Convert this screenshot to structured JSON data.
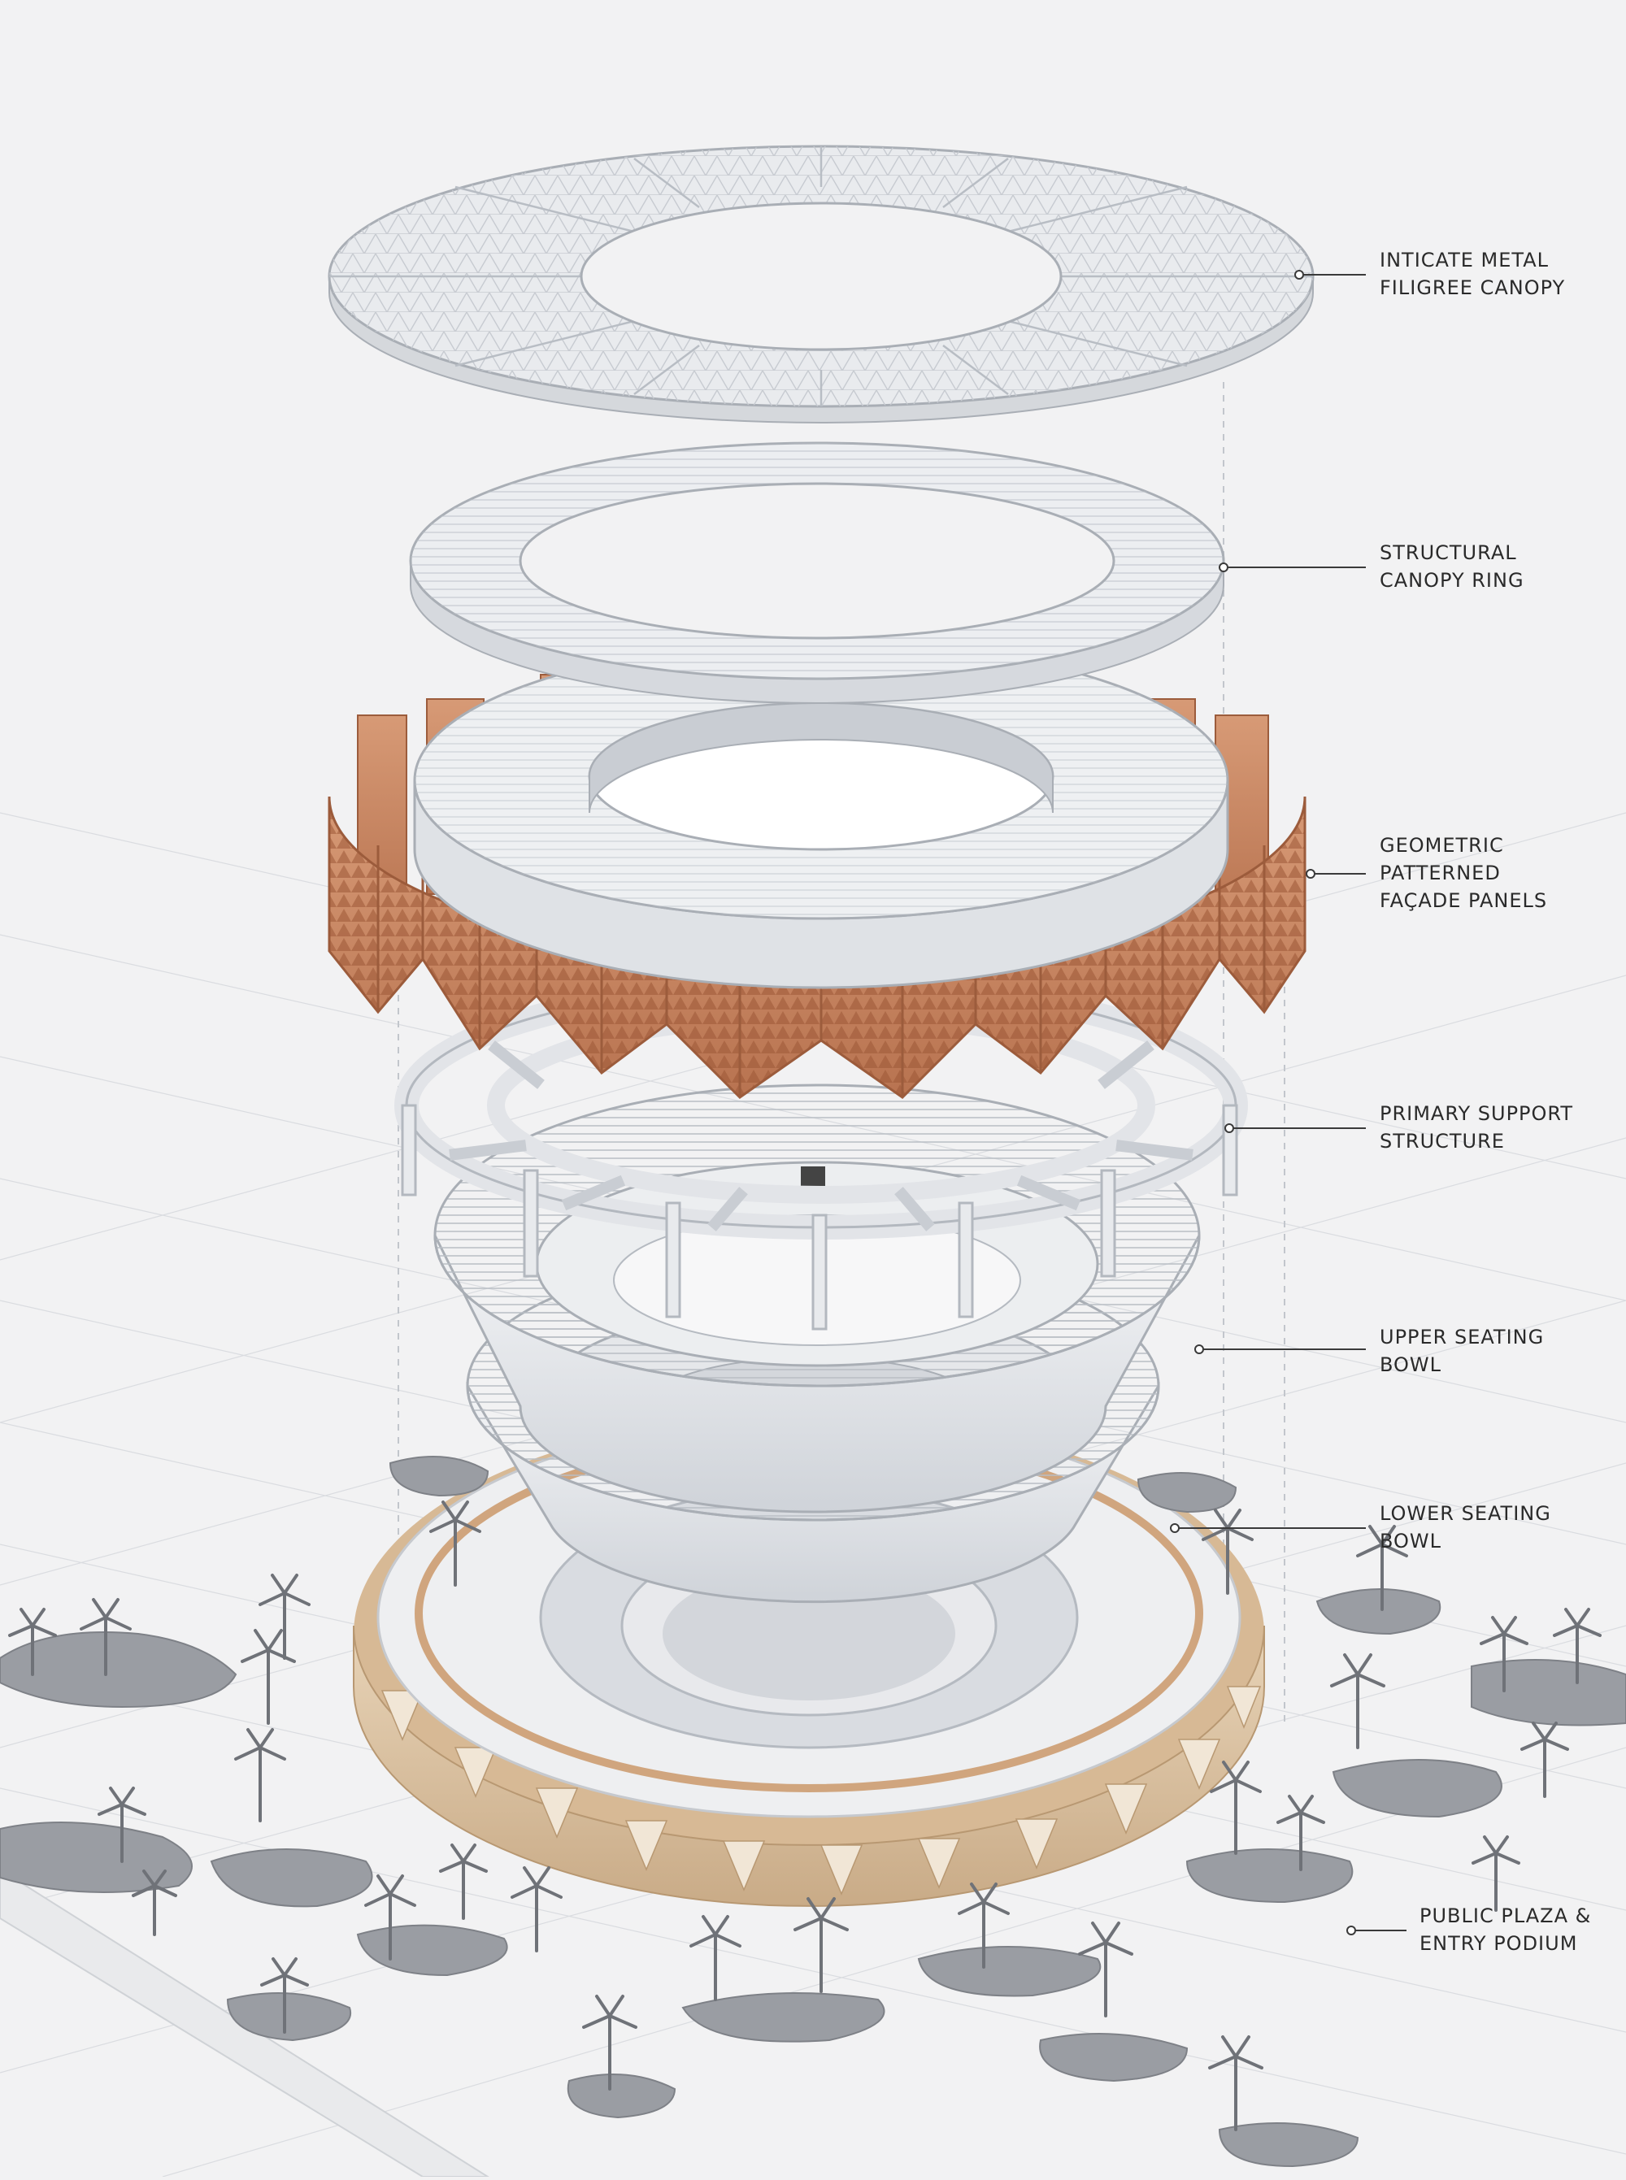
{
  "diagram": {
    "layers": [
      {
        "id": "canopy",
        "label": "INTICATE METAL\nFILIGREE CANOPY"
      },
      {
        "id": "ring",
        "label": "STRUCTURAL\nCANOPY RING"
      },
      {
        "id": "facade",
        "label": "GEOMETRIC\nPATTERNED\nFAÇADE PANELS"
      },
      {
        "id": "support",
        "label": "PRIMARY SUPPORT\nSTRUCTURE"
      },
      {
        "id": "upper-bowl",
        "label": "UPPER SEATING\nBOWL"
      },
      {
        "id": "lower-bowl",
        "label": "LOWER SEATING\nBOWL"
      },
      {
        "id": "plaza",
        "label": "PUBLIC PLAZA &\nENTRY PODIUM"
      }
    ]
  },
  "colors": {
    "background": "#f2f2f3",
    "structure": "#e4e6ea",
    "structure_stroke": "#9aa0a8",
    "terracotta": "#c98a66",
    "terracotta_dark": "#a8623f",
    "wood": "#dcc3a2",
    "foliage": "#7d8086",
    "text": "#2a2a2a"
  }
}
